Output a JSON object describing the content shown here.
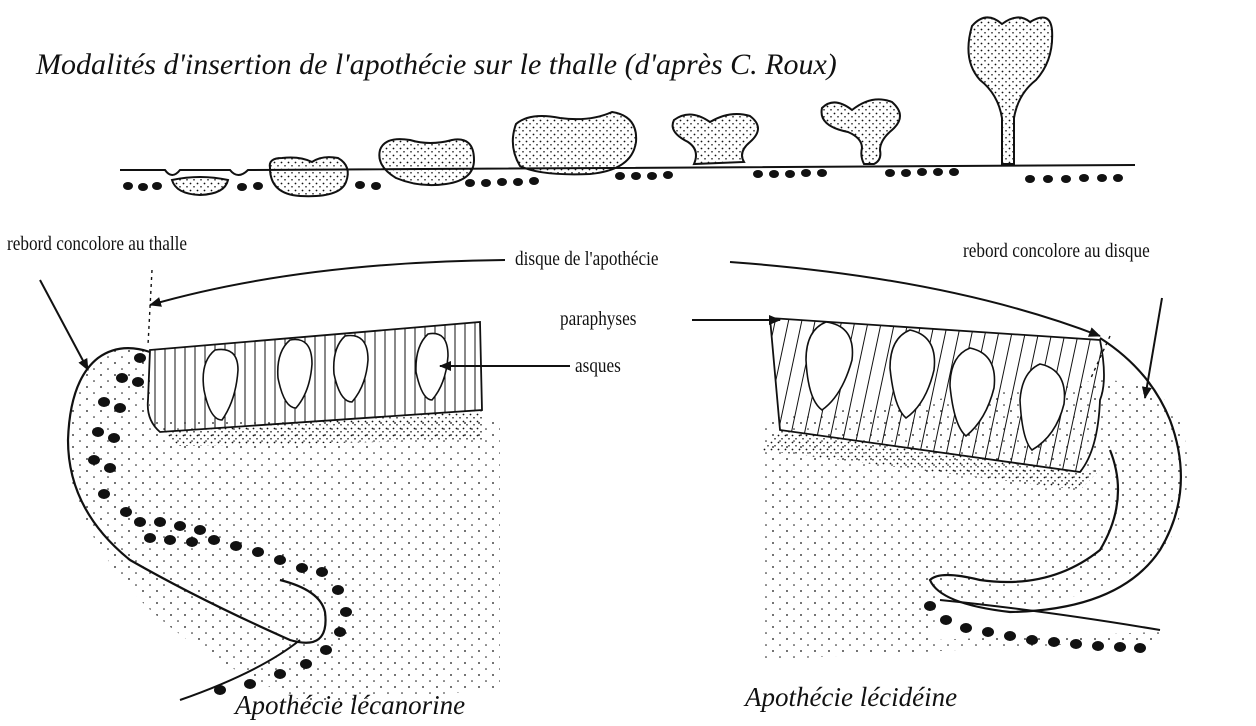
{
  "title": "Modalités d'insertion de l'apothécie sur le thalle (d'après C. Roux)",
  "labels": {
    "rebord_thalle": "rebord concolore au thalle",
    "disque": "disque de l'apothécie",
    "rebord_disque": "rebord concolore au disque",
    "paraphyses": "paraphyses",
    "asques": "asques"
  },
  "captions": {
    "lecanorine": "Apothécie lécanorine",
    "lecideine": "Apothécie lécidéine"
  },
  "colors": {
    "ink": "#111111",
    "background": "#ffffff"
  }
}
